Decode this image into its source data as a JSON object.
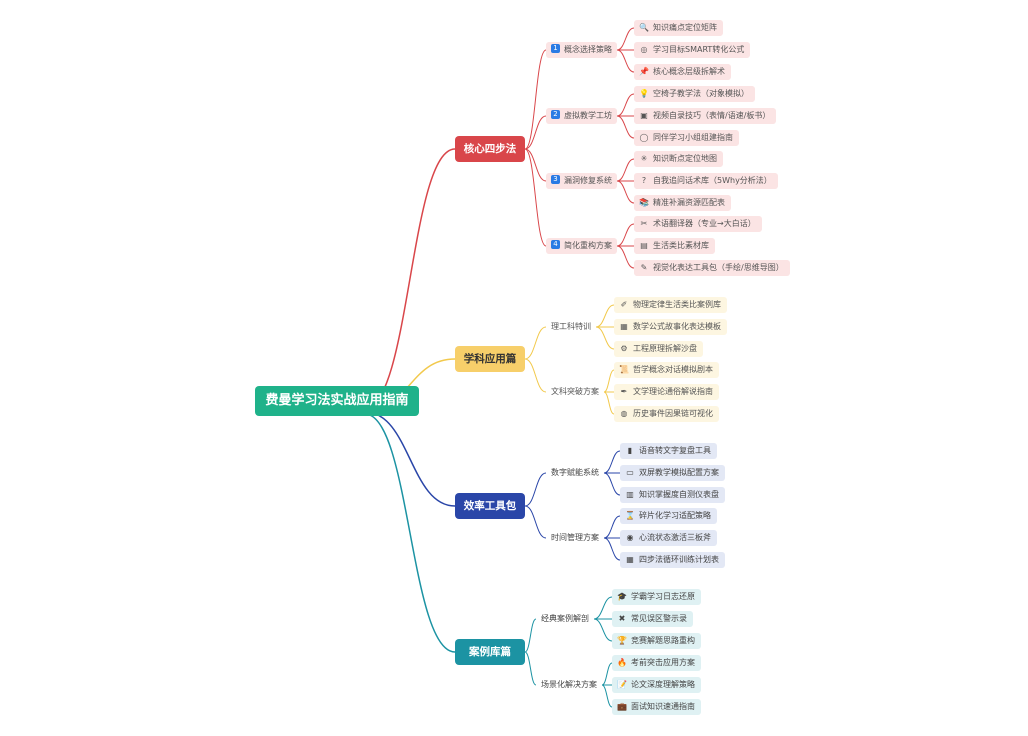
{
  "root": {
    "title": "费曼学习法实战应用指南",
    "color": "#1fb28a"
  },
  "branches": [
    {
      "id": "b1",
      "label": "核心四步法",
      "color": "#d9464a",
      "line": "#d9464a",
      "sub_bg": "#fbe4e4",
      "sub_fg": "#555555",
      "leaf_bg": "#fbe4e4",
      "leaf_fg": "#555555",
      "subs": [
        {
          "label": "概念选择策略",
          "badge": "1",
          "leaves": [
            {
              "icon": "🔍",
              "text": "知识痛点定位矩阵"
            },
            {
              "icon": "◎",
              "text": "学习目标SMART转化公式"
            },
            {
              "icon": "📌",
              "text": "核心概念层级拆解术"
            }
          ]
        },
        {
          "label": "虚拟教学工坊",
          "badge": "2",
          "leaves": [
            {
              "icon": "💡",
              "text": "空椅子教学法（对象模拟）"
            },
            {
              "icon": "▣",
              "text": "视频自录技巧（表情/语速/板书）"
            },
            {
              "icon": "◯",
              "text": "同伴学习小组组建指南"
            }
          ]
        },
        {
          "label": "漏洞修复系统",
          "badge": "3",
          "leaves": [
            {
              "icon": "✳",
              "text": "知识断点定位地图"
            },
            {
              "icon": "?",
              "text": "自我追问话术库（5Why分析法）"
            },
            {
              "icon": "📚",
              "text": "精准补漏资源匹配表"
            }
          ]
        },
        {
          "label": "简化重构方案",
          "badge": "4",
          "leaves": [
            {
              "icon": "✂",
              "text": "术语翻译器（专业→大白话）"
            },
            {
              "icon": "▤",
              "text": "生活类比素材库"
            },
            {
              "icon": "✎",
              "text": "视觉化表达工具包（手绘/思维导图）"
            }
          ]
        }
      ]
    },
    {
      "id": "b2",
      "label": "学科应用篇",
      "color": "#f7cf6a",
      "line": "#f2c94c",
      "sub_bg": "#ffffff",
      "sub_fg": "#555555",
      "leaf_bg": "#fdf6e1",
      "leaf_fg": "#555555",
      "subs": [
        {
          "label": "理工科特训",
          "leaves": [
            {
              "icon": "✐",
              "text": "物理定律生活类比案例库"
            },
            {
              "icon": "▦",
              "text": "数学公式故事化表达模板"
            },
            {
              "icon": "⚙",
              "text": "工程原理拆解沙盘"
            }
          ]
        },
        {
          "label": "文科突破方案",
          "leaves": [
            {
              "icon": "📜",
              "text": "哲学概念对话模拟剧本"
            },
            {
              "icon": "✒",
              "text": "文学理论通俗解说指南"
            },
            {
              "icon": "◍",
              "text": "历史事件因果链可视化"
            }
          ]
        }
      ]
    },
    {
      "id": "b3",
      "label": "效率工具包",
      "color": "#2a46a8",
      "line": "#2a46a8",
      "sub_bg": "#e3e8f5",
      "sub_fg": "#444444",
      "leaf_bg": "#e3e8f5",
      "leaf_fg": "#444444",
      "subs": [
        {
          "label": "数字赋能系统",
          "leaves": [
            {
              "icon": "▮",
              "text": "语音转文字复盘工具"
            },
            {
              "icon": "▭",
              "text": "双屏教学模拟配置方案"
            },
            {
              "icon": "▥",
              "text": "知识掌握度自测仪表盘"
            }
          ]
        },
        {
          "label": "时间管理方案",
          "leaves": [
            {
              "icon": "⌛",
              "text": "碎片化学习适配策略"
            },
            {
              "icon": "◉",
              "text": "心流状态激活三板斧"
            },
            {
              "icon": "▦",
              "text": "四步法循环训练计划表"
            }
          ]
        }
      ]
    },
    {
      "id": "b4",
      "label": "案例库篇",
      "color": "#1c93a3",
      "line": "#1c93a3",
      "sub_bg": "#dff1f3",
      "sub_fg": "#444444",
      "leaf_bg": "#dff1f3",
      "leaf_fg": "#444444",
      "subs": [
        {
          "label": "经典案例解剖",
          "leaves": [
            {
              "icon": "🎓",
              "text": "学霸学习日志还原"
            },
            {
              "icon": "✖",
              "text": "常见误区警示录"
            },
            {
              "icon": "🏆",
              "text": "竞赛解题思路重构"
            }
          ]
        },
        {
          "label": "场景化解决方案",
          "leaves": [
            {
              "icon": "🔥",
              "text": "考前突击应用方案"
            },
            {
              "icon": "📝",
              "text": "论文深度理解策略"
            },
            {
              "icon": "💼",
              "text": "面试知识速通指南"
            }
          ]
        }
      ]
    }
  ]
}
